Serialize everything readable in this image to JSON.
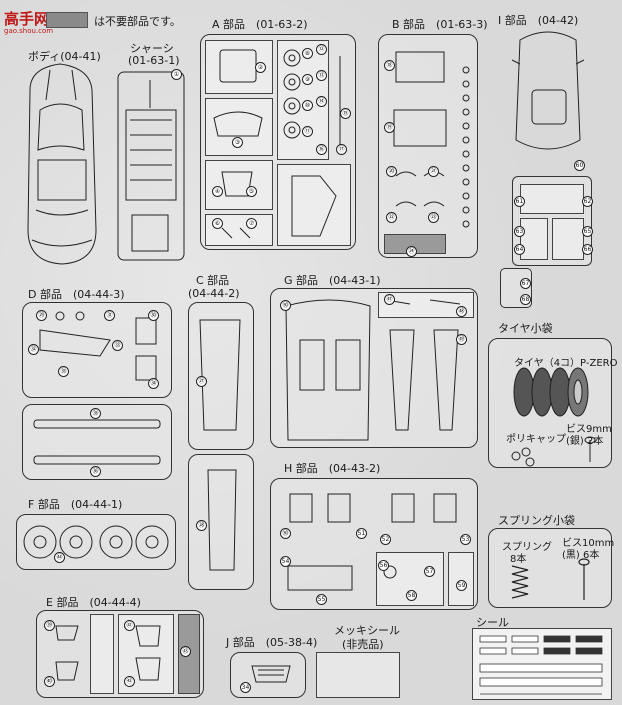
{
  "logo": {
    "text": "高手网",
    "url": "gao.shou.com"
  },
  "legend": {
    "text": "は不要部品です。",
    "color": "#8a8a8a"
  },
  "labels": {
    "body": "ボディ(04-41)",
    "chassis_title": "シャーシ",
    "chassis_code": "(01-63-1)",
    "a_parts": "A 部品　(01-63-2)",
    "b_parts": "B 部品　(01-63-3)",
    "i_parts": "I 部品　(04-42)",
    "c_parts_title": "C 部品",
    "c_parts_code": "(04-44-2)",
    "d_parts": "D 部品　(04-44-3)",
    "g_parts": "G 部品　(04-43-1)",
    "tire_bag": "タイヤ小袋",
    "tire_desc": "タイヤ（4コ）P-ZERO",
    "poly_cap": "ポリキャップ",
    "screw_9": "ビス9mm",
    "screw_9_qty": "(銀) 2本",
    "f_parts": "F 部品　(04-44-1)",
    "h_parts": "H 部品　(04-43-2)",
    "spring_bag": "スプリング小袋",
    "spring_qty": "スプリング\n8本",
    "spring_label": "スプリング",
    "spring_count": "8本",
    "screw_10": "ビス10mm",
    "screw_10_qty": "(黒) 6本",
    "e_parts": "E 部品　(04-44-4)",
    "j_parts": "J 部品　(05-38-4)",
    "mekki_title": "メッキシール",
    "mekki_sub": "(非売品)",
    "seal": "シール"
  },
  "part_numbers": {
    "chassis": [
      "①"
    ],
    "a_frame": [
      "②",
      "③",
      "④",
      "⑤",
      "⑥",
      "⑦",
      "⑧",
      "⑨",
      "⑩",
      "⑪",
      "⑫",
      "⑬",
      "⑭",
      "⑮",
      "⑯",
      "⑰"
    ],
    "b_frame": [
      "⑱",
      "⑲",
      "⑳",
      "㉑",
      "㉒",
      "㉓",
      "㉔"
    ],
    "c_frame": [
      "㉗",
      "㉘"
    ],
    "d_frame": [
      "㉙",
      "㉚",
      "㉛",
      "㉜",
      "㉝",
      "㉞",
      "㉟"
    ],
    "d_long": [
      "㉟",
      "㊱"
    ],
    "g_frame": [
      "㊼",
      "㊽",
      "㊾",
      "㊿"
    ],
    "f_frame": [
      "㊹"
    ],
    "h_frame": [
      "㊿",
      "51",
      "52",
      "53",
      "54",
      "55",
      "56",
      "57",
      "58",
      "59"
    ],
    "e_frame": [
      "㊴",
      "㊵",
      "㊶",
      "㊷",
      "㊸"
    ],
    "i_frame": [
      "60",
      "61",
      "62",
      "63",
      "64",
      "65",
      "66",
      "67",
      "68"
    ],
    "j_frame": [
      "34"
    ]
  }
}
